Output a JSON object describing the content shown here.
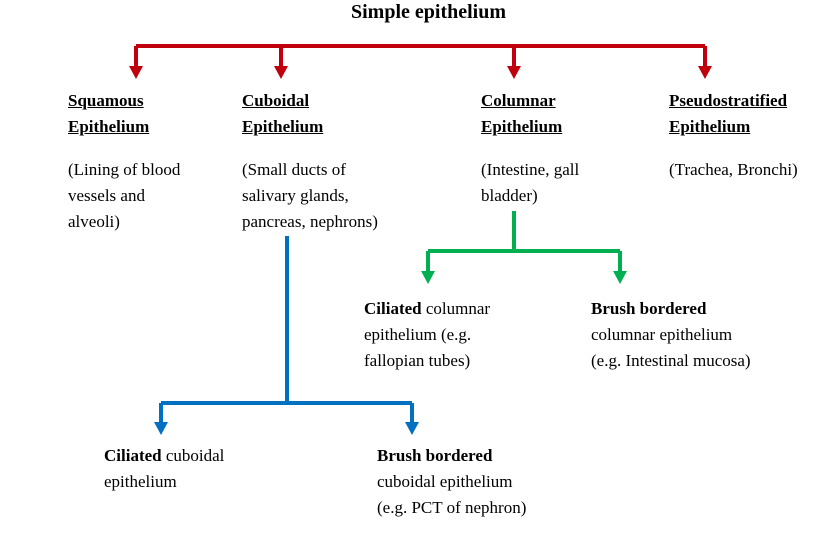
{
  "title": "Simple epithelium",
  "colors": {
    "red": "#c0000c",
    "green": "#00b050",
    "blue": "#0070c0"
  },
  "types": [
    {
      "heading": [
        "Squamous",
        "Epithelium"
      ],
      "examples": [
        "(Lining of blood",
        "vessels and",
        "alveoli)"
      ]
    },
    {
      "heading": [
        "Cuboidal",
        "Epithelium"
      ],
      "examples": [
        "(Small ducts of",
        "salivary glands,",
        "pancreas, nephrons)"
      ]
    },
    {
      "heading": [
        "Columnar",
        "Epithelium"
      ],
      "examples": [
        "(Intestine, gall",
        "bladder)"
      ]
    },
    {
      "heading": [
        "Pseudostratified",
        "Epithelium"
      ],
      "examples": [
        "(Trachea, Bronchi)"
      ]
    }
  ],
  "columnar_subtypes": [
    {
      "bold": "Ciliated",
      "rest": " columnar",
      "lines": [
        "epithelium (e.g.",
        "fallopian tubes)"
      ]
    },
    {
      "bold": "Brush bordered",
      "rest": "",
      "lines": [
        "columnar epithelium",
        "(e.g. Intestinal mucosa)"
      ]
    }
  ],
  "cuboidal_subtypes": [
    {
      "bold": "Ciliated",
      "rest": " cuboidal",
      "lines": [
        "epithelium"
      ]
    },
    {
      "bold": "Brush bordered",
      "rest": "",
      "lines": [
        "cuboidal epithelium",
        "(e.g. PCT of nephron)"
      ]
    }
  ]
}
